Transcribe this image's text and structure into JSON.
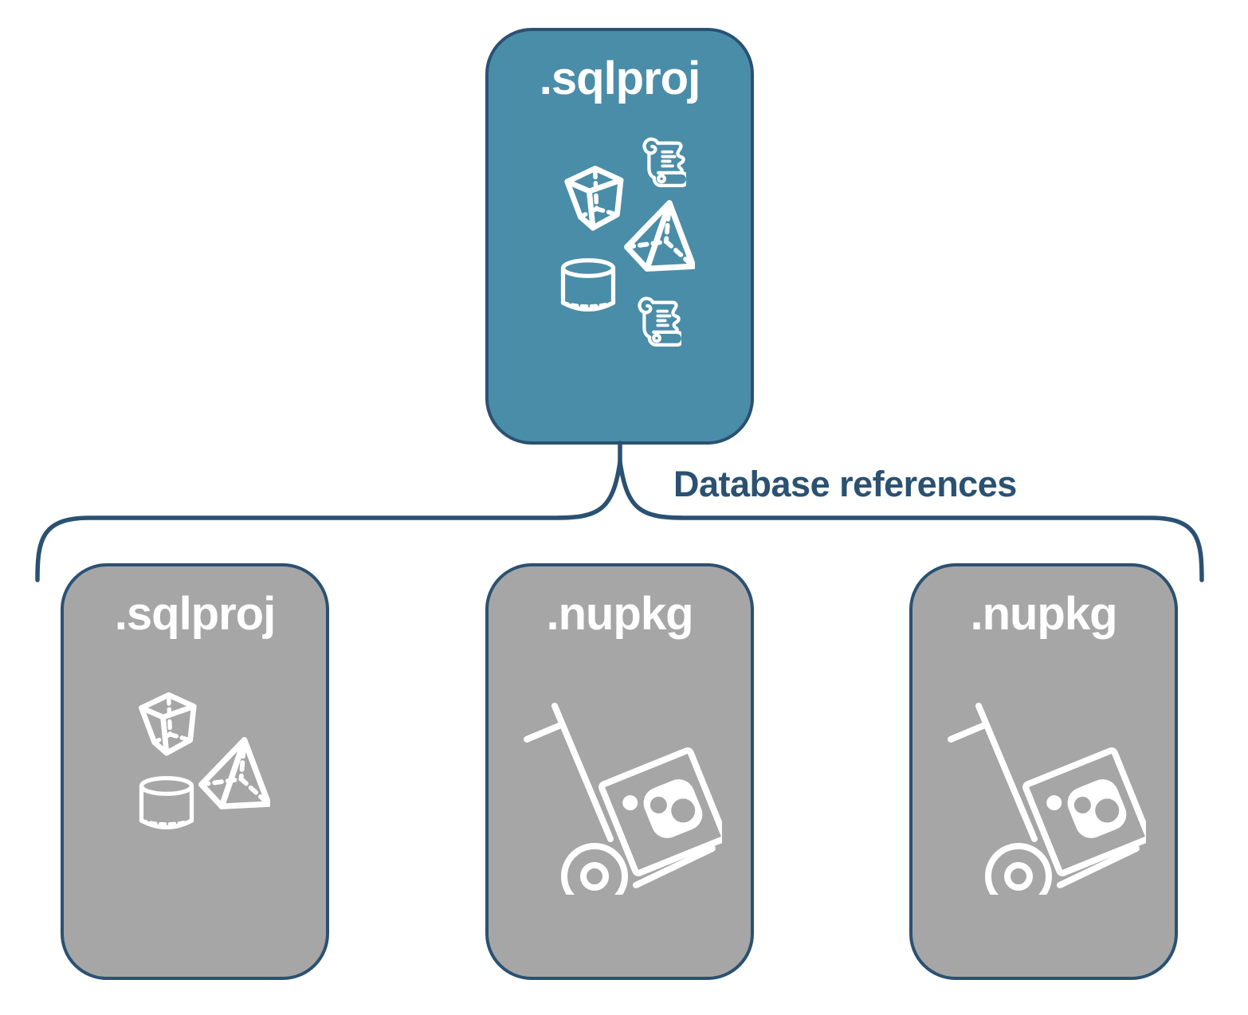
{
  "colors": {
    "accent_teal": "#4A8DA8",
    "navy": "#2B5172",
    "gray": "#A6A6A6",
    "icon_white": "#FFFFFF"
  },
  "root": {
    "label": ".sqlproj",
    "icons": [
      "scroll-icon",
      "cube-icon",
      "pyramid-icon",
      "cylinder-icon",
      "scroll-icon"
    ]
  },
  "edge_label": "Database references",
  "children": [
    {
      "label": ".sqlproj",
      "icons": [
        "cube-icon",
        "pyramid-icon",
        "cylinder-icon"
      ]
    },
    {
      "label": ".nupkg",
      "icons": [
        "handtruck-package-icon"
      ]
    },
    {
      "label": ".nupkg",
      "icons": [
        "handtruck-package-icon"
      ]
    }
  ]
}
